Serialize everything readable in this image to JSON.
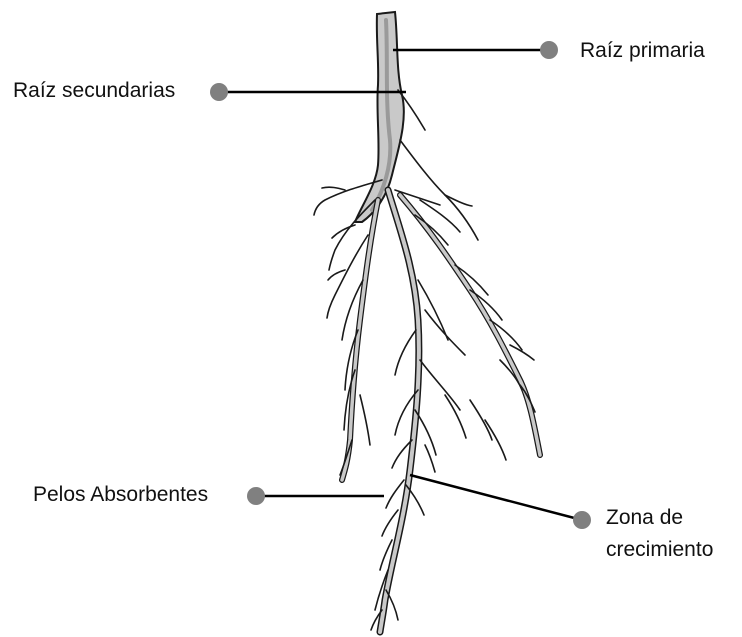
{
  "labels": {
    "primary_root": "Raíz primaria",
    "secondary_roots": "Raíz secundarias",
    "absorbent_hairs": "Pelos Absorbentes",
    "growth_zone_line1": "Zona de",
    "growth_zone_line2": "crecimiento"
  },
  "colors": {
    "root_fill": "#c9c9c9",
    "root_outline": "#1a1a1a",
    "root_shadow": "#9a9a9a",
    "marker": "#808080",
    "leader_line": "#000000"
  }
}
